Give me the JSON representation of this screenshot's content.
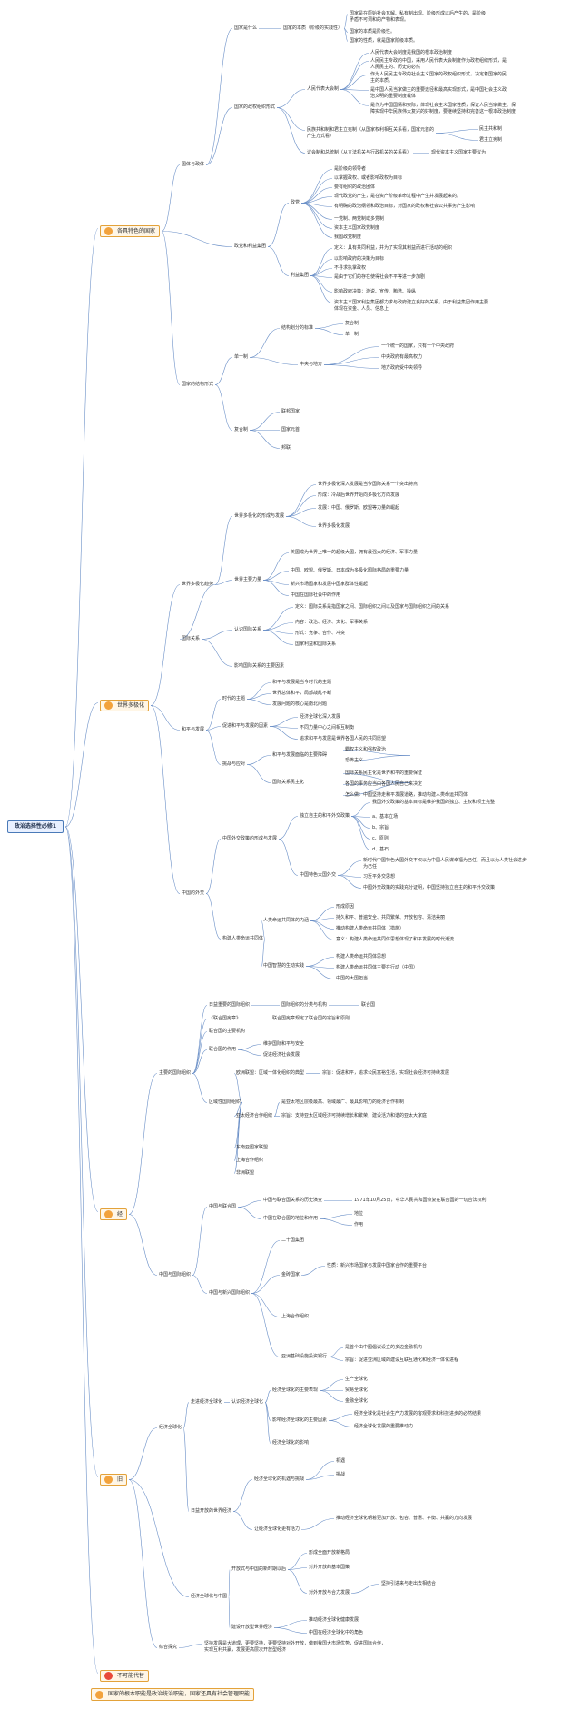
{
  "root": "政治选择性必修1",
  "branches": [
    {
      "label": "各具特色的国家",
      "icon": "orange-circle-icon"
    },
    {
      "label": "世界多极化",
      "icon": "orange-circle-icon"
    },
    {
      "label": "经",
      "icon": "orange-circle-icon"
    },
    {
      "label": "旧",
      "icon": "orange-circle-icon"
    },
    {
      "label": "不可能代替",
      "icon": "red-circle-icon"
    }
  ],
  "footer": "国家的根本职能是政治统治职能，国家还具有社会管理职能",
  "nodes": {
    "n1": "国体与政体",
    "n2": "国家是什么",
    "n3": "国家的本质（阶级的实践性）",
    "n4": "国家是在原始社会瓦解、私有制出现、阶级形成以后产生的，是阶级矛盾不可调和的产物和表现。",
    "n5": "国家的本质是阶级性。",
    "n6": "国家的性质，就是国家阶级本质。",
    "n7": "国家的政权组织形式",
    "n8": "人民代表大会制",
    "n9": "人民代表大会制度是我国的根本政治制度",
    "n10": "人民民主专政的中国，采用人民代表大会制度作为政权组织形式，是人民民主的、历史的必然",
    "n11": "作为人民民主专政的社会主义国家的政权组织形式，决定着国家的民主的本质。",
    "n12": "是中国人民当家做主的重要途径和最高实现形式，是中国社会主义政治文明的重要制度载体",
    "n13": "是作为中国国情和实际，体现社会主义国家性质，保证人民当家做主、保障实现中华民族伟大复兴的好制度，要继续坚持和完善这一根本政治制度",
    "n14": "民族共和制和君主立宪制（从国家权利相互关系看，国家元首的产生方式看）",
    "n15": "民主共和制",
    "n16": "君主立宪制",
    "n17": "议会制和总统制（从立法机关与行政机关的关系看）",
    "n18": "现代资本主义国家主要议为",
    "n19": "政党和利益集团",
    "n20": "政党",
    "n21": "是阶级的领导者",
    "n22": "以掌握政权、或者影响政权为目标",
    "n23": "要有组织的政治团体",
    "n24": "现代政党的产生，是在资产阶级革命过程中产生并发展起来的。",
    "n25": "有明确的政治纲领和政治目标，对国家的政权和社会公共事务产生影响",
    "n26": "一党制、两党制或多党制",
    "n27": "资本主义国家政党制度",
    "n28": "我国政党制度",
    "n29": "利益集团",
    "n30": "定义：具有共同利益，并为了实现其利益而进行活动的组织",
    "n31": "以影响政府的决策为目标",
    "n32": "不寻求执掌政权",
    "n33": "是由于它们的存在使得社会不平等进一步加剧",
    "n34": "影响政府决策：游说、宣传、贿选、操纵",
    "n35": "资本主义国家利益集团都力求与政府建立良好的关系，由于利益集团作用主要体现在资金、人员、信息上",
    "n36": "国家的结构形式",
    "n37": "单一制",
    "n38": "结构划分的标准",
    "n39": "复合制",
    "n40": "单一制",
    "n41": "中央与地方",
    "n42": "一个统一的国家，只有一个中央政府",
    "n43": "中央政府有最高权力",
    "n44": "地方政府受中央领导",
    "n45": "复合制",
    "n46": "联邦国家",
    "n47": "国家元首",
    "n48": "邦联",
    "n49": "世界多极化趋势",
    "n50": "世界多极化的形成与发展",
    "n51": "世界多极化深入发展是当今国际关系一个突出特点",
    "n52": "形成：冷战后世界开始向多极化方向发展",
    "n53": "发展：中国、俄罗斯、欧盟等力量的崛起",
    "n54": "世界多极化发展",
    "n55": "世界主要力量",
    "n56": "美国成为世界上唯一的超级大国，拥有最强大的经济、军事力量",
    "n57": "中国、欧盟、俄罗斯、日本成为多极化国际格局的重要力量",
    "n58": "新兴市场国家和发展中国家群体性崛起",
    "n59": "中国在国际社会中的作用",
    "n60": "国际关系",
    "n61": "认识国际关系",
    "n62": "定义：国际关系是指国家之间、国际组织之间以及国家与国际组织之间的关系",
    "n63": "内容：政治、经济、文化、军事关系",
    "n64": "形式：竞争、合作、冲突",
    "n65": "国家利益和国际关系",
    "n66": "影响国际关系的主要因素",
    "n67": "和平与发展",
    "n68": "时代的主题",
    "n69": "和平与发展是当今时代的主题",
    "n70": "世界总体和平，局部战乱不断",
    "n71": "发展问题的核心是南北问题",
    "n72": "促进和平与发展的因素",
    "n73": "经济全球化深入发展",
    "n74": "不同力量中心之间相互制衡",
    "n75": "追求和平与发展是世界各国人民的共同愿望",
    "n76": "挑战与应对",
    "n77": "和平与发展面临的主要障碍",
    "n78": "霸权主义和强权政治",
    "n79": "恐怖主义",
    "n80": "国际关系民主化",
    "n81": "国际关系民主化是世界和平的重要保证",
    "n82": "各国的事务应当由各国人民自己来决定",
    "n83": "怎么做：中国坚持走和平发展道路，推动构建人类命运共同体",
    "n84": "中国的外交",
    "n85": "中国外交政策的形成与发展",
    "n86": "独立自主的和平外交政策",
    "n87": "我国外交政策的基本目标是维护我国的独立、主权和领土完整",
    "n88": "a、基本立场",
    "n89": "b、宗旨",
    "n90": "c、原则",
    "n91": "d、基石",
    "n92": "中国特色大国外交",
    "n93": "新时代中国特色大国外交不仅以为中国人民谋幸福为己任，而且以为人类社会进步为己任",
    "n94": "习近平外交思想",
    "n95": "中国外交政策的实践充分证明，中国坚持独立自主的和平外交政策",
    "n96": "构建人类命运共同体",
    "n97": "人类命运共同体的内涵",
    "n98": "形成原因",
    "n99": "持久和平、普遍安全、共同繁荣、开放包容、清洁美丽",
    "n100": "推动构建人类命运共同体（措施）",
    "n101": "意义：构建人类命运共同体思想体现了和平发展的时代潮流",
    "n102": "中国智慧的生动实践",
    "n103": "构建人类命运共同体思想",
    "n104": "构建人类命运共同体主要在行动（中国）",
    "n105": "中国的大国担当",
    "n106": "主要的国际组织",
    "n107": "日益重要的国际组织",
    "n108": "国际组织的分类与机构",
    "n109": "联合国",
    "n110": "《联合国宪章》",
    "n111": "联合国宪章规定了联合国的宗旨和原则",
    "n112": "联合国的主要机构",
    "n113": "联合国的作用",
    "n114": "维护国际和平与安全",
    "n115": "促进经济社会发展",
    "n116": "区域性国际组织",
    "n117": "欧洲联盟：区域一体化组织的典型",
    "n118": "宗旨：促进和平，追求公民富裕生活，实现社会经济可持续发展",
    "n119": "亚太经济合作组织",
    "n120": "是亚太地区层级最高、领域最广、最具影响力的经济合作机制",
    "n121": "宗旨：支持亚太区域经济可持续增长和繁荣，建设活力和谐的亚太大家庭",
    "n122": "东南亚国家联盟",
    "n123": "上海合作组织",
    "n124": "非洲联盟",
    "n125": "中国与国际组织",
    "n126": "中国与联合国",
    "n127": "中国与联合国关系的历史演变",
    "n128": "1971年10月25日，中华人民共和国恢复在联合国的一切合法权利",
    "n129": "中国在联合国的地位和作用",
    "n130": "地位",
    "n131": "作用",
    "n132": "中国与新兴国际组织",
    "n133": "二十国集团",
    "n134": "金砖国家",
    "n135": "性质：新兴市场国家与发展中国家合作的重要平台",
    "n136": "上海合作组织",
    "n137": "亚洲基础设施投资银行",
    "n138": "是首个由中国倡议设立的多边金融机构",
    "n139": "宗旨：促进亚洲区域的建设互联互通化和经济一体化进程",
    "n140": "经济全球化",
    "n141": "走进经济全球化",
    "n142": "认识经济全球化",
    "n143": "经济全球化的主要表现",
    "n144": "生产全球化",
    "n145": "贸易全球化",
    "n146": "金融全球化",
    "n147": "影响经济全球化的主要因素",
    "n148": "经济全球化是社会生产力发展的客观要求和科技进步的必然结果",
    "n149": "经济全球化发展的重要推动力",
    "n150": "经济全球化的影响",
    "n151": "日益开放的世界经济",
    "n152": "经济全球化的机遇与挑战",
    "n153": "机遇",
    "n154": "挑战",
    "n155": "让经济全球化更有活力",
    "n156": "推动经济全球化朝着更加开放、包容、普惠、平衡、共赢的方向发展",
    "n157": "经济全球化与中国",
    "n158": "开放式与中国的新时期以后",
    "n159": "形成全面开放新格局",
    "n160": "对外开放的基本国策",
    "n161": "对外开放与合力发展",
    "n162": "坚持引进来与走出去相结合",
    "n163": "建设开放型世界经济",
    "n164": "推动经济全球化健康发展",
    "n165": "中国在经济全球化中的角色",
    "n166": "综合探究",
    "n167": "坚持发展是大道理，更要坚持，更要坚持对外开放，做到我国大市场优势，促进国际合作，实现互利共赢，发展更高层次开放型经济"
  }
}
